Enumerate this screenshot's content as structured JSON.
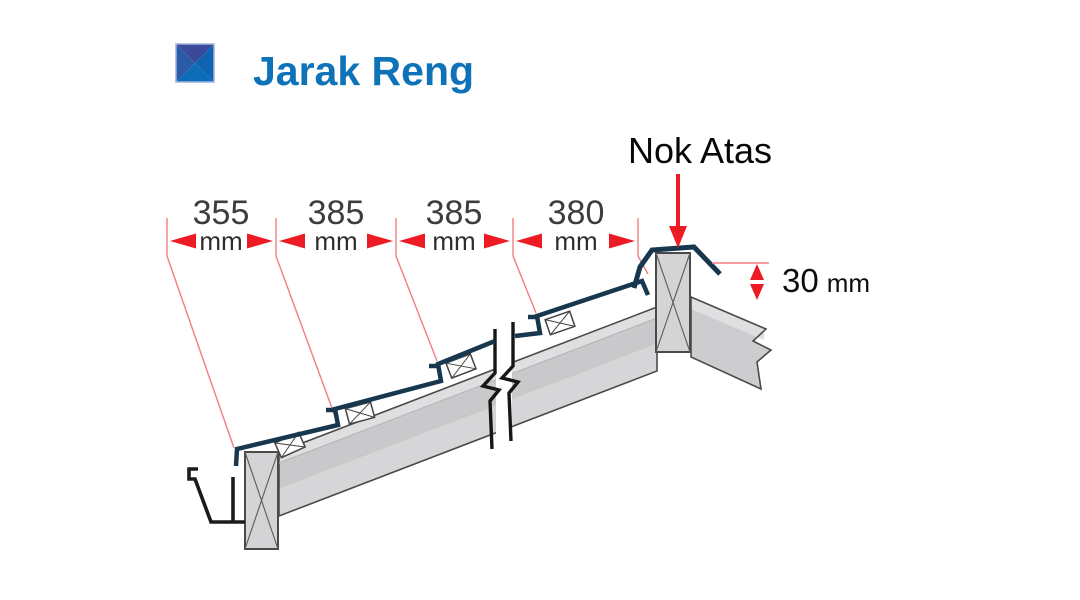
{
  "title": {
    "text": "Jarak Reng"
  },
  "labels": {
    "nok_atas": "Nok Atas"
  },
  "measurements": [
    {
      "value": "355",
      "unit": "mm"
    },
    {
      "value": "385",
      "unit": "mm"
    },
    {
      "value": "385",
      "unit": "mm"
    },
    {
      "value": "380",
      "unit": "mm"
    }
  ],
  "gap": {
    "value": "30",
    "unit": "mm"
  },
  "colors": {
    "accent_red": "#ed1c24",
    "thin_red": "#f27d81",
    "title_blue": "#0e72b9",
    "sheet_navy": "#17374f",
    "beam_gray": "#c9c9cb"
  }
}
